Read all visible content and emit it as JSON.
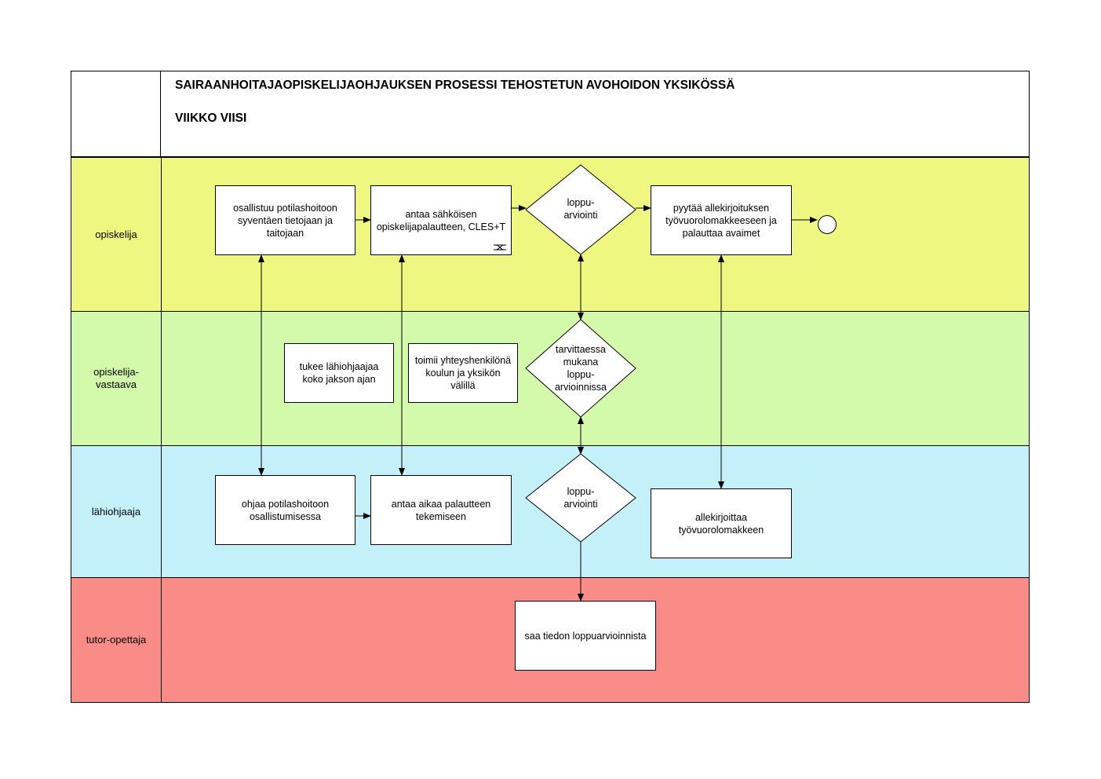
{
  "header": {
    "title": "SAIRAANHOITAJAOPISKELIJAOHJAUKSEN PROSESSI TEHOSTETUN AVOHOIDON YKSIKÖSSÄ",
    "subtitle": "VIIKKO VIISI"
  },
  "lanes": [
    {
      "label": "opiskelija",
      "color": "#eef880"
    },
    {
      "label": "opiskelija-\nvastaava",
      "color": "#d3f9aa"
    },
    {
      "label": "lähiohjaaja",
      "color": "#c4f0fa"
    },
    {
      "label": "tutor-opettaja",
      "color": "#f98c87"
    }
  ],
  "boxes": {
    "b1": "osallistuu potilashoitoon syventäen tietojaan ja taitojaan",
    "b2": "antaa sähköisen opiskelijapalautteen, CLES+T",
    "b3": "pyytää allekirjoituksen työvuorolomakkeeseen ja palauttaa avaimet",
    "b4": "tukee lähiohjaajaa koko jakson ajan",
    "b5": "toimii yhteyshenkilönä koulun ja yksikön välillä",
    "b6": "ohjaa potilashoitoon osallistumisessa",
    "b7": "antaa aikaa palautteen tekemiseen",
    "b8": "allekirjoittaa työvuorolomakkeen",
    "b9": "saa tiedon loppuarvioinnista"
  },
  "diamonds": {
    "d1": "loppu-\narviointi",
    "d2": "tarvittaessa\nmukana\nloppu-\narvioinnissa",
    "d3": "loppu-\narviointi"
  },
  "icons": {
    "subprocess": "subprocess-icon",
    "end": "end-event-icon"
  }
}
